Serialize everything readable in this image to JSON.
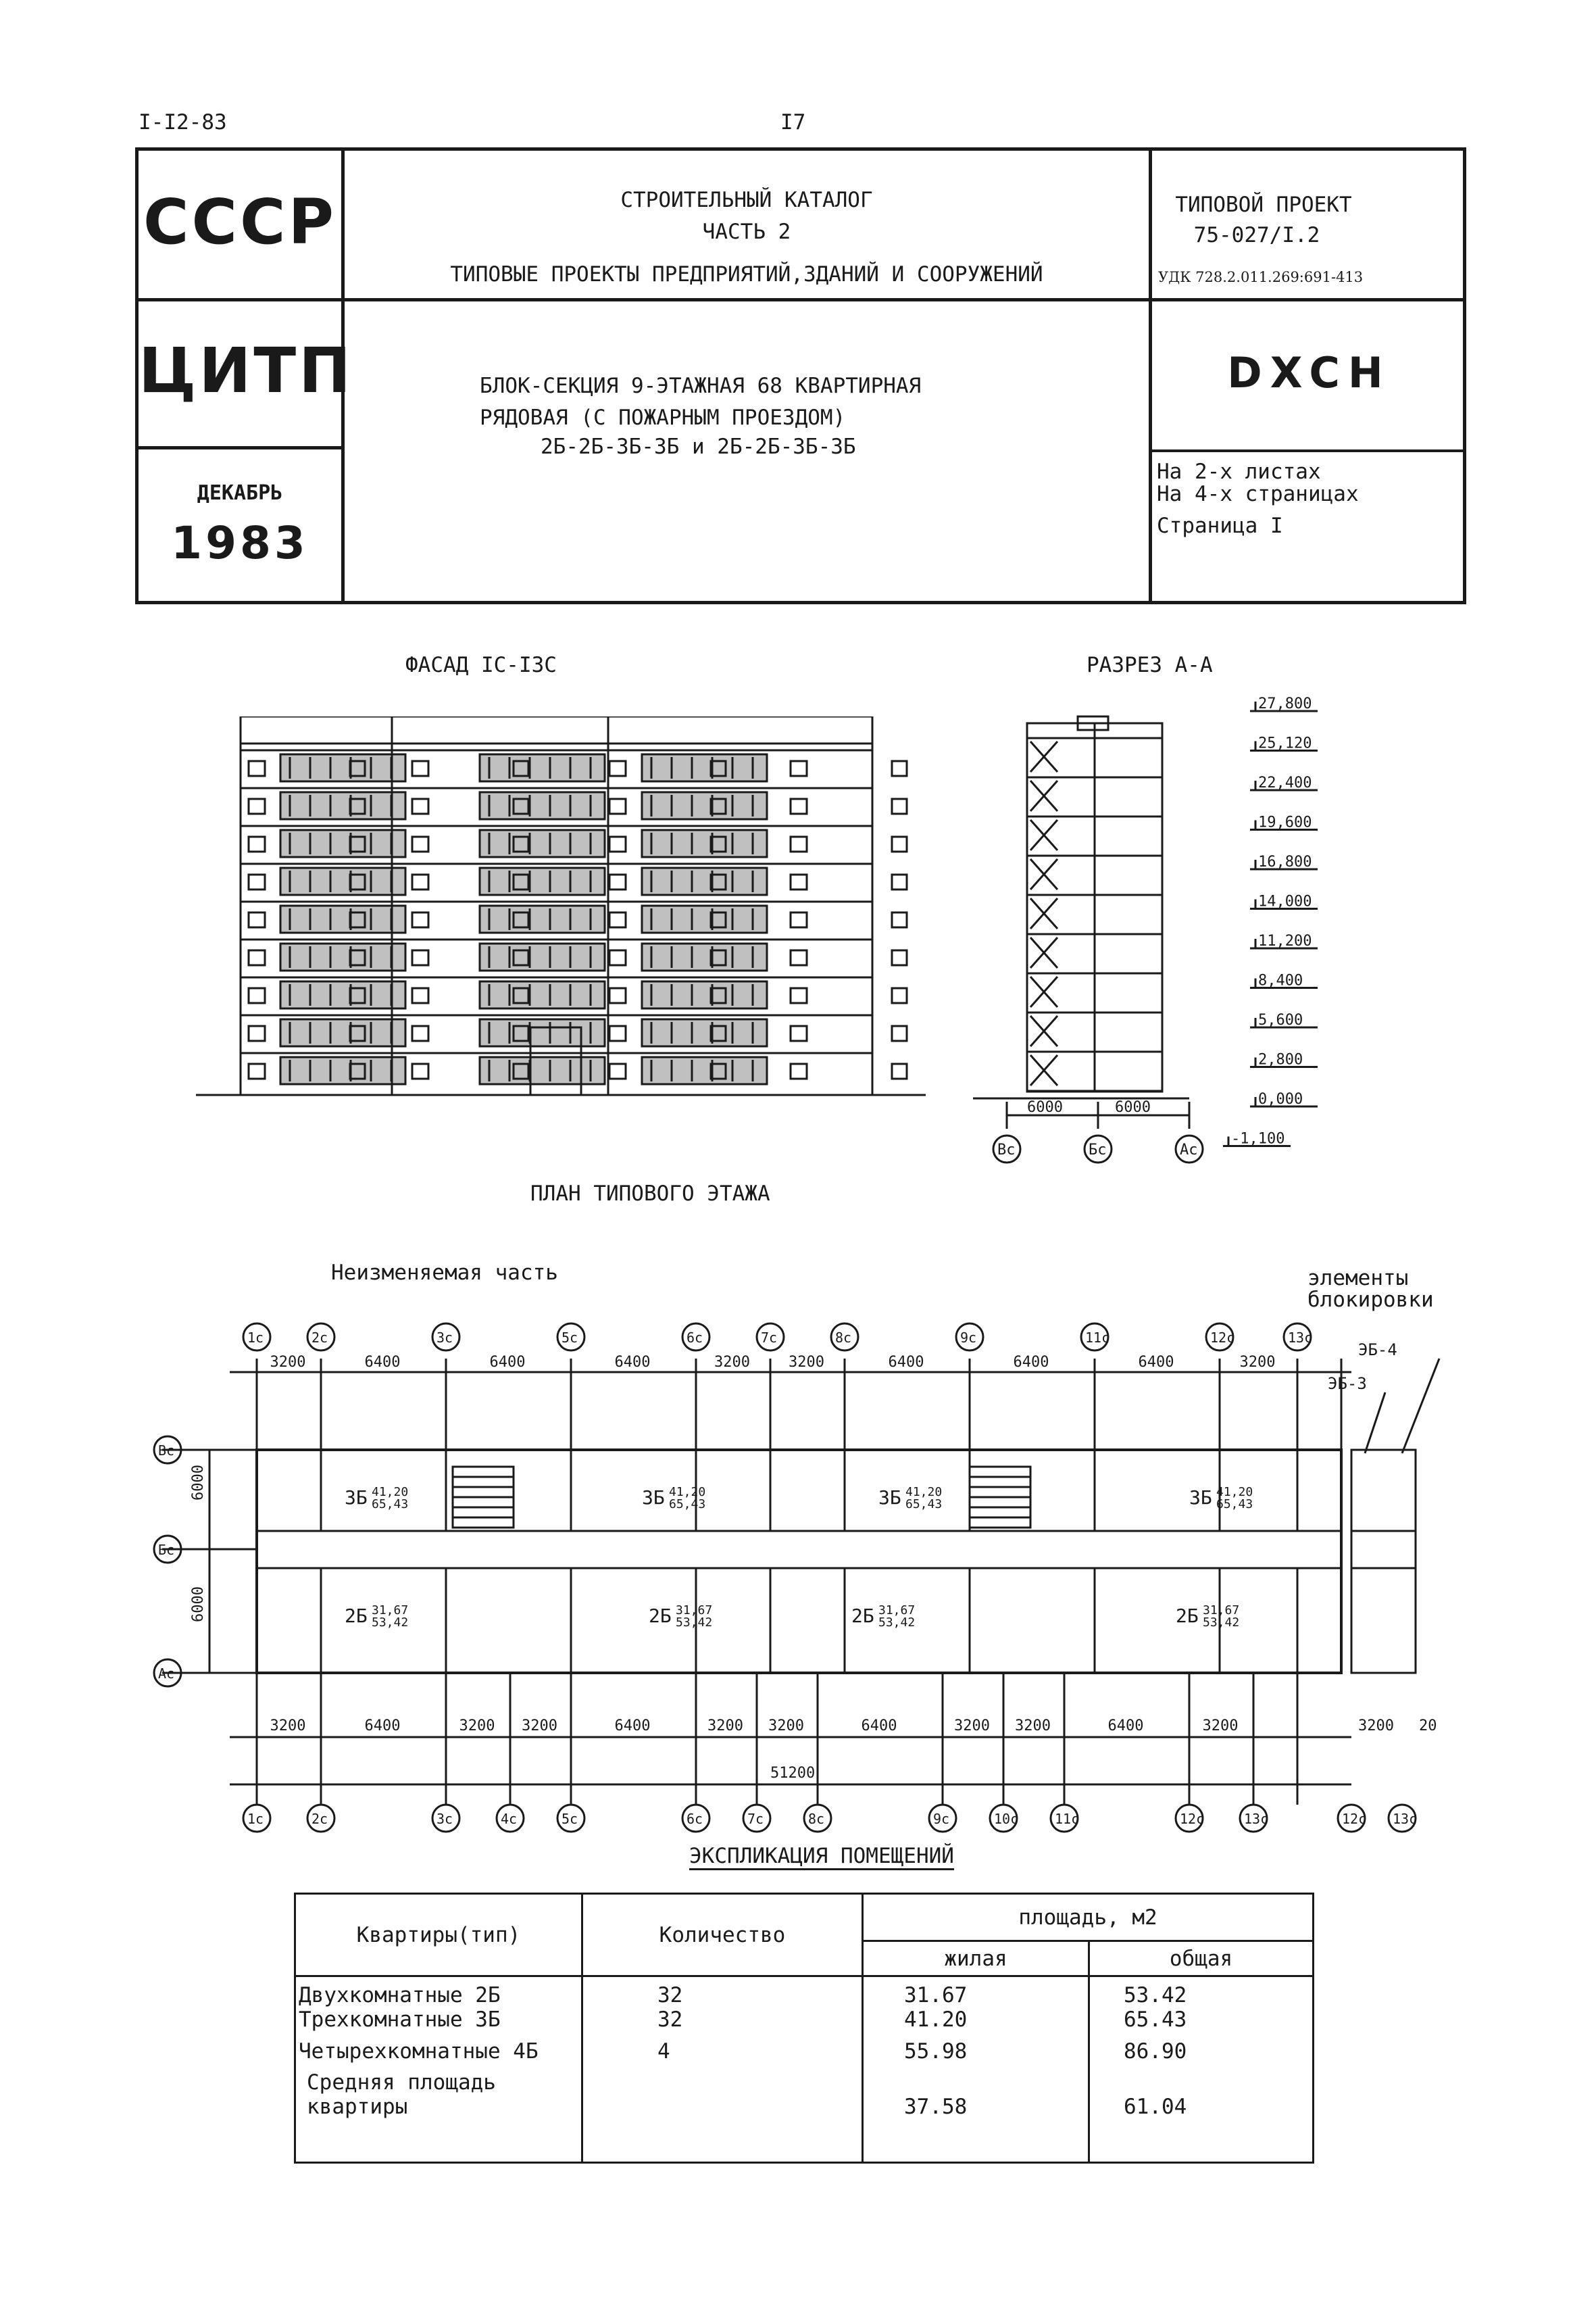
{
  "header": {
    "doc_code": "I-I2-83",
    "page_number": "I7"
  },
  "title_block": {
    "org1": "СССР",
    "org2": "ЦИТП",
    "month": "ДЕКАБРЬ",
    "year": "1983",
    "catalog_line1": "СТРОИТЕЛЬНЫЙ КАТАЛОГ",
    "catalog_line2": "ЧАСТЬ 2",
    "catalog_line3": "ТИПОВЫЕ ПРОЕКТЫ ПРЕДПРИЯТИЙ,ЗДАНИЙ И СООРУЖЕНИЙ",
    "project_label": "ТИПОВОЙ ПРОЕКТ",
    "project_number": "75-027/I.2",
    "udk": "УДК 728.2.011.269:691-413",
    "subject_line1": "БЛОК-СЕКЦИЯ 9-ЭТАЖНАЯ 68 КВАРТИРНАЯ",
    "subject_line2": "РЯДОВАЯ (С ПОЖАРНЫМ ПРОЕЗДОМ)",
    "subject_line3": "2Б-2Б-3Б-3Б и 2Б-2Б-3Б-3Б",
    "code": "DXCH",
    "sheets": "На 2-х листах",
    "pages": "На 4-х страницах",
    "page": "Страница I"
  },
  "drawings": {
    "facade_title": "ФАСАД IC-I3C",
    "section_title": "РАЗРЕЗ А-А",
    "plan_title": "ПЛАН ТИПОВОГО ЭТАЖА",
    "unchanged_part": "Неизменяемая часть",
    "block_elements_1": "элементы",
    "block_elements_2": "блокировки",
    "elevations": [
      "27,800",
      "25,120",
      "22,400",
      "19,600",
      "16,800",
      "14,000",
      "11,200",
      "8,400",
      "5,600",
      "2,800",
      "0,000",
      "-1,100"
    ],
    "section_dims": [
      "6000",
      "6000"
    ],
    "section_axes": [
      "Вс",
      "Бс",
      "Ас"
    ],
    "plan_top_dims": [
      "3200",
      "6400",
      "6400",
      "6400",
      "3200",
      "3200",
      "6400",
      "6400",
      "6400",
      "3200"
    ],
    "plan_bottom_dims": [
      "3200",
      "6400",
      "3200",
      "3200",
      "6400",
      "3200",
      "3200",
      "6400",
      "3200",
      "3200",
      "6400",
      "3200"
    ],
    "plan_bottom_total": "51200",
    "plan_right_dims": [
      "3200",
      "20"
    ],
    "plan_left_dims": [
      "6000",
      "6000"
    ],
    "plan_top_axes": [
      "1с",
      "2с",
      "3с",
      "5с",
      "6с",
      "7с",
      "8с",
      "9с",
      "11с",
      "12с",
      "13с"
    ],
    "plan_bottom_axes": [
      "1с",
      "2с",
      "3с",
      "4с",
      "5с",
      "6с",
      "7с",
      "8с",
      "9с",
      "10с",
      "11с",
      "12с",
      "13с",
      "12с",
      "13с"
    ],
    "plan_row_axes": [
      "Вс",
      "Бс",
      "Ас"
    ],
    "block_labels": [
      "ЭБ-4",
      "ЭБ-3"
    ],
    "unit_3b": {
      "type": "3Б",
      "living": "41,20",
      "total": "65,43"
    },
    "unit_2b": {
      "type": "2Б",
      "living": "31,67",
      "total": "53,42"
    }
  },
  "explication": {
    "title": "ЭКСПЛИКАЦИЯ ПОМЕЩЕНИЙ",
    "col_type": "Квартиры(тип)",
    "col_count": "Количество",
    "col_area": "площадь, м2",
    "col_living": "жилая",
    "col_total": "общая",
    "rows": [
      {
        "type": "Двухкомнатные 2Б",
        "count": "32",
        "living": "31.67",
        "total": "53.42"
      },
      {
        "type": "Трехкомнатные 3Б",
        "count": "32",
        "living": "41.20",
        "total": "65.43"
      },
      {
        "type": "Четырехкомнатные 4Б",
        "count": "4",
        "living": "55.98",
        "total": "86.90"
      }
    ],
    "avg_label_1": "Средняя площадь",
    "avg_label_2": "квартиры",
    "avg_living": "37.58",
    "avg_total": "61.04"
  }
}
